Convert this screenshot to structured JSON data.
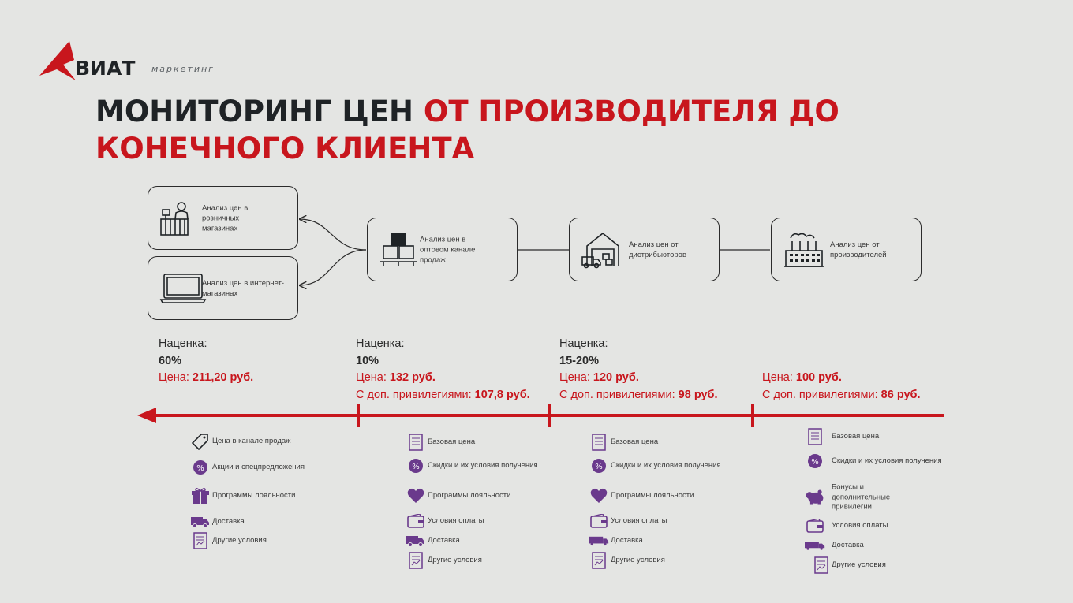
{
  "logo": {
    "name": "ВИАТ",
    "sub": "маркетинг"
  },
  "title": {
    "dark": "МОНИТОРИНГ ЦЕН ",
    "red": "ОТ ПРОИЗВОДИТЕЛЯ ДО КОНЕЧНОГО КЛИЕНТА"
  },
  "boxes": {
    "retail": "Анализ цен в розничных магазинах",
    "online": "Анализ цен в интернет-магазинах",
    "wholesale": "Анализ цен в оптовом канале продаж",
    "distributors": "Анализ цен от дистрибьюторов",
    "producers": "Анализ цен от производителей"
  },
  "info": {
    "retail": {
      "markup_label": "Наценка:",
      "markup_value": "60%",
      "price_label": "Цена: ",
      "price_value": "211,20 руб."
    },
    "wholesale": {
      "markup_label": "Наценка:",
      "markup_value": "10%",
      "price_label": "Цена: ",
      "price_value": "132 руб.",
      "priv_label": "С доп. привилегиями: ",
      "priv_value": "107,8 руб."
    },
    "distributors": {
      "markup_label": "Наценка:",
      "markup_value": "15-20%",
      "price_label": "Цена: ",
      "price_value": "120 руб.",
      "priv_label": "С доп. привилегиями: ",
      "priv_value": "98 руб."
    },
    "producers": {
      "price_label": "Цена: ",
      "price_value": "100 руб.",
      "priv_label": "С доп. привилегиями: ",
      "priv_value": "86 руб."
    }
  },
  "conditions": {
    "retail": [
      "Цена в канале продаж",
      "Акции и спецпредложения",
      "Программы лояльности",
      "Доставка",
      "Другие условия"
    ],
    "wholesale": [
      "Базовая цена",
      "Скидки и их условия получения",
      "Программы лояльности",
      "Условия оплаты",
      "Доставка",
      "Другие условия"
    ],
    "distributors": [
      "Базовая цена",
      "Скидки и их условия получения",
      "Программы лояльности",
      "Условия оплаты",
      "Доставка",
      "Другие условия"
    ],
    "producers": [
      "Базовая цена",
      "Скидки и их условия получения",
      "Бонусы и дополнительные привилегии",
      "Условия оплаты",
      "Доставка",
      "Другие условия"
    ]
  },
  "icons": [
    "tag-icon",
    "percent-icon",
    "gift-icon",
    "truck-icon",
    "document-icon",
    "heart-icon",
    "wallet-icon",
    "piggy-bank-icon"
  ],
  "colors": {
    "accent": "#c8161d",
    "icon": "#6a3a8c",
    "dark": "#1f2326",
    "background": "#e4e5e3"
  }
}
